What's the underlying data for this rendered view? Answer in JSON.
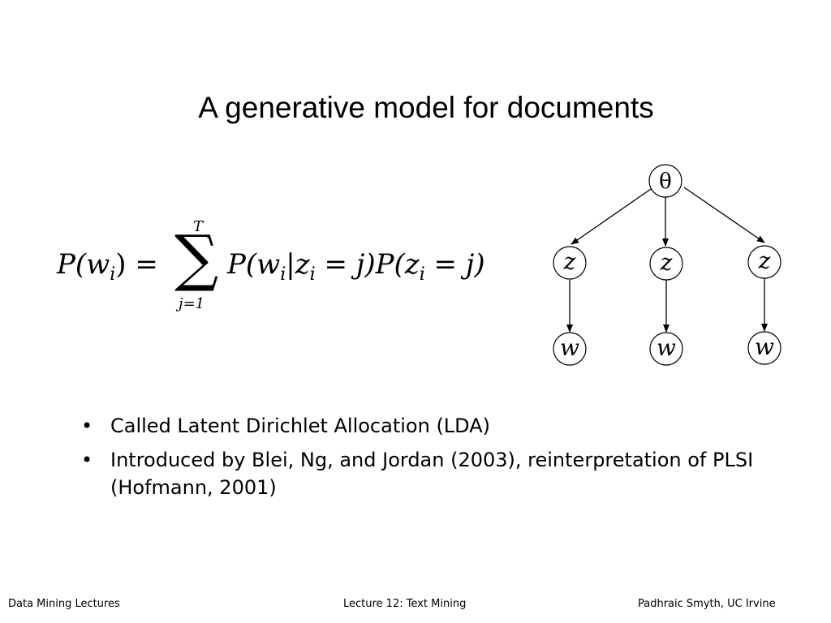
{
  "slide": {
    "title": "A generative model for documents",
    "formula": {
      "lhs": "P(w",
      "lhs_sub": "i",
      "lhs_close": ") =",
      "sum_upper": "T",
      "sum_lower": "j=1",
      "rhs": "P(w",
      "rhs_sub1": "i",
      "rhs_mid": "|z",
      "rhs_sub2": "i",
      "rhs_eq": " = j)P(z",
      "rhs_sub3": "i",
      "rhs_end": " = j)"
    },
    "graph": {
      "root": "θ",
      "topics": [
        "z",
        "z",
        "z"
      ],
      "words": [
        "w",
        "w",
        "w"
      ]
    },
    "bullets": [
      "Called Latent Dirichlet Allocation (LDA)",
      "Introduced by Blei, Ng, and Jordan (2003), reinterpretation of PLSI (Hofmann, 2001)"
    ],
    "bullet_marker": "•"
  },
  "footer": {
    "left": "Data Mining Lectures",
    "center": "Lecture 12: Text Mining",
    "right": "Padhraic Smyth, UC Irvine"
  }
}
